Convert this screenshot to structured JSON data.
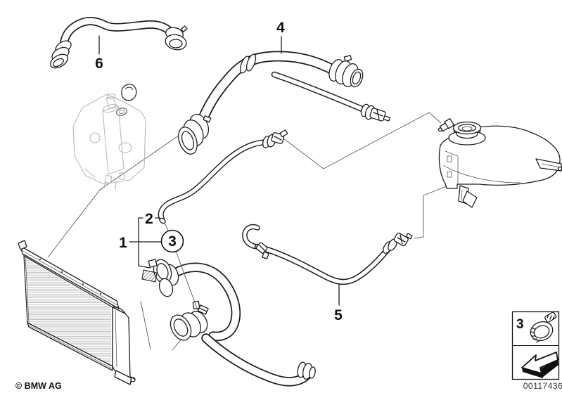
{
  "meta": {
    "copyright": "© BMW AG",
    "image_number": "00117436",
    "background_color": "#ffffff",
    "line_color": "#1d1d1d",
    "faint_color": "#b9b9b9"
  },
  "callouts": {
    "c1": "1",
    "c2": "2",
    "c3": "3",
    "c4": "4",
    "c5": "5",
    "c6": "6"
  },
  "legend": {
    "number": "3",
    "clamp_icon": "hose-clamp-icon",
    "arrow_icon": "direction-arrow-icon"
  }
}
